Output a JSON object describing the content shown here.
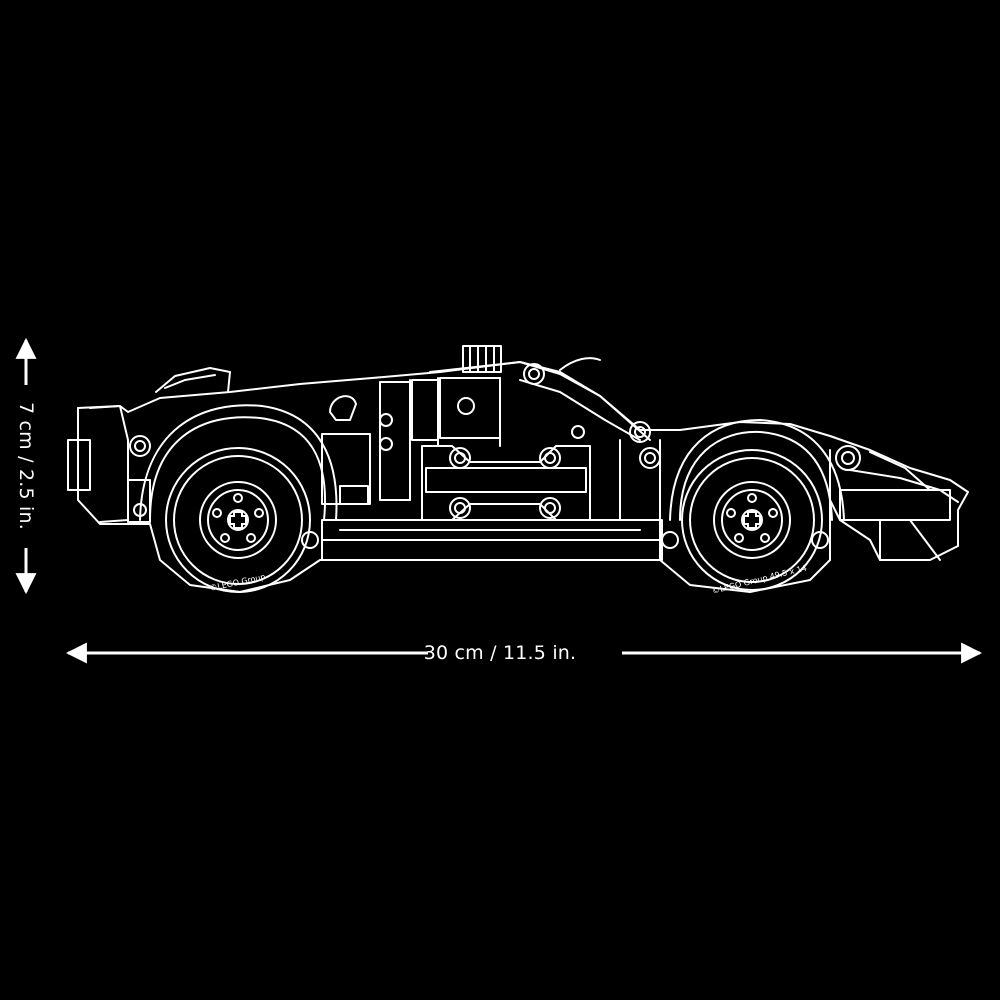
{
  "dimensions": {
    "height_label": "7 cm / 2.5 in.",
    "width_label": "30 cm / 11.5 in."
  },
  "tire_markings": {
    "front": "©LEGO Group 49.5 x 14",
    "rear": "©LEGO Group"
  },
  "colors": {
    "background": "#000000",
    "line": "#ffffff"
  }
}
